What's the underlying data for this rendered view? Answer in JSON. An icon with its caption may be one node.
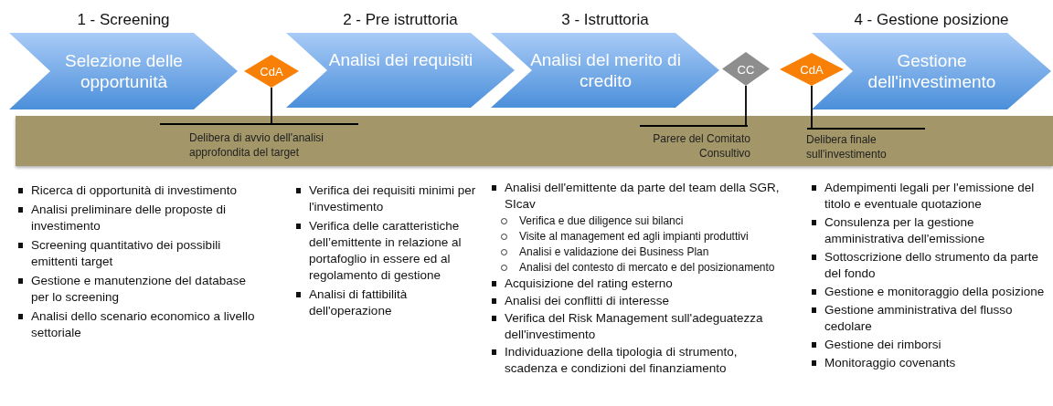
{
  "diagram": {
    "nodes": [
      {
        "text": [
          "1 - Screening",
          "Selezione delle opportunità"
        ]
      },
      {
        "text": [
          "CdA"
        ]
      },
      {
        "text": [
          "2 - Pre istruttoria",
          "Analisi dei requisiti"
        ]
      },
      {
        "text": [
          "3 - Istruttoria",
          "Analisi del merito di credito"
        ]
      },
      {
        "text": [
          "CC"
        ]
      },
      {
        "text": [
          "CdA"
        ]
      },
      {
        "text": [
          "4 - Gestione posizione",
          "Gestione dell'investimento"
        ]
      },
      {
        "text": [],
        "shape": "bar"
      },
      {
        "text": [
          "Delibera di avvio dell'analisi approfondita del target"
        ],
        "in": 7
      },
      {
        "text": [
          "Parere del Comitato Consultivo"
        ],
        "in": 7
      },
      {
        "text": [
          "Delibera finale sull'investimento"
        ],
        "in": 7
      }
    ],
    "edges": [
      {
        "from": 8,
        "to": 1,
        "arrow": "none"
      },
      {
        "from": 9,
        "to": 4,
        "arrow": "none"
      },
      {
        "from": 10,
        "to": 5,
        "arrow": "none"
      }
    ],
    "labels": [
      "Ricerca di opportunità di investimento",
      "Analisi preliminare delle proposte di investimento",
      "Screening quantitativo dei possibili emittenti target",
      "Gestione e manutenzione del database per lo screening",
      "Analisi dello scenario economico a livello settoriale",
      "Verifica dei requisiti minimi per l'investimento",
      "Verifica delle caratteristiche dell’emittente in relazione al portafoglio in essere ed al regolamento di gestione",
      "Analisi di fattibilità dell'operazione",
      "Analisi dell'emittente da parte del team della SGR, SIcav",
      "Verifica e due diligence sui bilanci",
      "Visite al management ed agli impianti produttivi",
      "Analisi e validazione dei Business Plan",
      "Analisi del contesto di mercato e del posizionamento",
      "Acquisizione del rating esterno",
      "Analisi dei conflitti di interesse",
      "Verifica del Risk Management sull'adeguatezza dell'investimento",
      "Individuazione della tipologia di strumento, scadenza e condizioni del finanziamento",
      "Adempimenti legali per l'emissione del titolo e eventuale quotazione",
      "Consulenza per la gestione amministrativa dell'emissione",
      "Sottoscrizione dello strumento da parte del fondo",
      "Gestione e monitoraggio della posizione",
      "Gestione amministrativa del flusso cedolare",
      "Gestione dei rimborsi",
      "Monitoraggio covenants"
    ]
  }
}
